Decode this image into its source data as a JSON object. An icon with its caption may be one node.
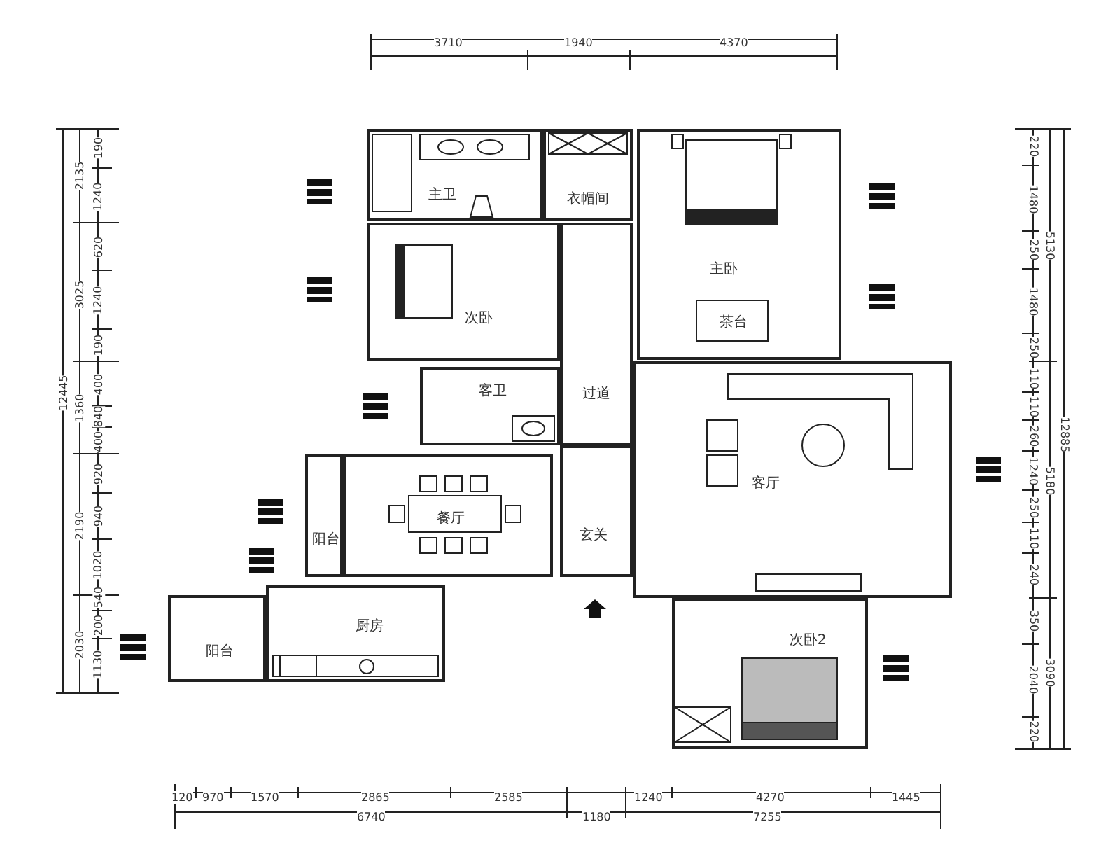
{
  "diagram": {
    "nodes": [
      {
        "text": [
          "主卫"
        ]
      },
      {
        "text": [
          "衣帽间"
        ]
      },
      {
        "text": [
          "主卧"
        ]
      },
      {
        "text": [
          "茶台"
        ],
        "in": 2
      },
      {
        "text": [
          "次卧"
        ]
      },
      {
        "text": [
          "过道"
        ]
      },
      {
        "text": [
          "客卫"
        ]
      },
      {
        "text": [
          "客厅"
        ]
      },
      {
        "text": [
          "阳台"
        ]
      },
      {
        "text": [
          "餐厅"
        ]
      },
      {
        "text": [
          "玄关"
        ]
      },
      {
        "text": [
          "阳台"
        ]
      },
      {
        "text": [
          "厨房"
        ]
      },
      {
        "text": [
          "次卧2"
        ]
      }
    ],
    "labels": [
      "3710",
      "1940",
      "4370",
      "12445",
      "2135",
      "3025",
      "1360",
      "2190",
      "2030",
      "190",
      "1240",
      "620",
      "1240",
      "190",
      "400",
      "840",
      "400",
      "920",
      "940",
      "1020",
      "540",
      "200",
      "1130",
      "220",
      "1480",
      "250",
      "1480",
      "250",
      "110",
      "110",
      "260",
      "1240",
      "250",
      "110",
      "240",
      "350",
      "2040",
      "220",
      "5130",
      "5180",
      "3090",
      "12885",
      "120",
      "970",
      "1570",
      "2865",
      "2585",
      "1240",
      "4270",
      "1445",
      "6740",
      "1180",
      "7255"
    ]
  }
}
